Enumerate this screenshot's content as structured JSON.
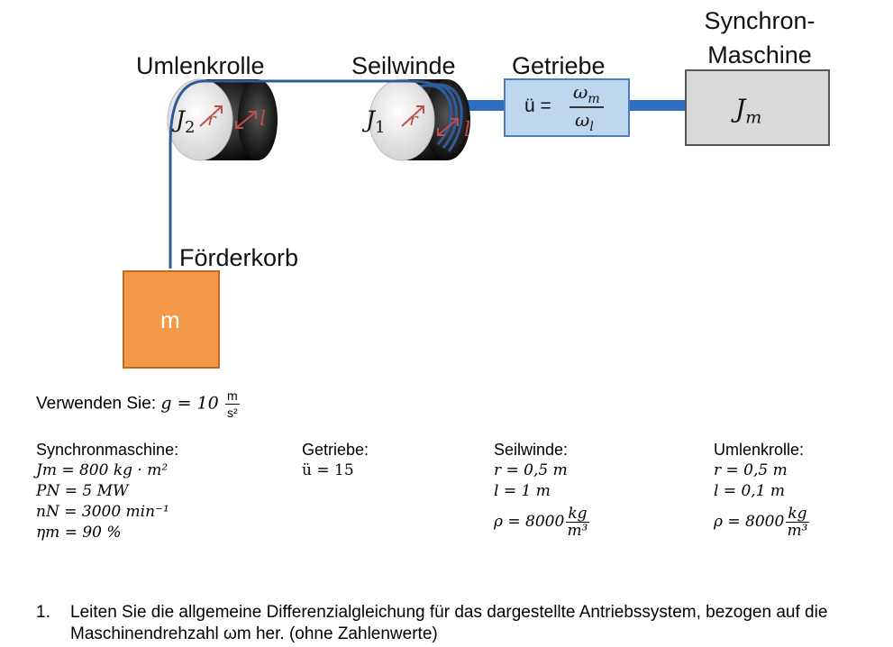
{
  "labels": {
    "umlenkrolle": "Umlenkrolle",
    "seilwinde": "Seilwinde",
    "getriebe": "Getriebe",
    "synchron_line1": "Synchron-",
    "synchron_line2": "Maschine",
    "foerderkorb": "Förderkorb",
    "mass": "m",
    "j2": "J",
    "j2_sub": "2",
    "j1": "J",
    "j1_sub": "1",
    "jm": "J",
    "jm_sub": "m",
    "r": "r",
    "l": "l",
    "ratio_lhs": "ü =",
    "ratio_num": "ω",
    "ratio_num_sub": "m",
    "ratio_den": "ω",
    "ratio_den_sub": "l"
  },
  "gravity": {
    "prefix": "Verwenden Sie:",
    "formula": "g = 10",
    "unit_num": "m",
    "unit_den": "s²"
  },
  "params": {
    "synchronmaschine": {
      "title": "Synchronmaschine:",
      "rows": [
        "Jm = 800 kg · m²",
        "PN = 5 MW",
        "nN = 3000 min⁻¹",
        "ηm = 90 %"
      ]
    },
    "getriebe": {
      "title": "Getriebe:",
      "rows": [
        "ü = 15"
      ]
    },
    "seilwinde": {
      "title": "Seilwinde:",
      "rows": [
        "r = 0,5 m",
        "l = 1 m"
      ],
      "rho_prefix": "ρ = 8000",
      "rho_num": "kg",
      "rho_den": "m³"
    },
    "umlenkrolle": {
      "title": "Umlenkrolle:",
      "rows": [
        "r = 0,5 m",
        "l = 0,1 m"
      ],
      "rho_prefix": "ρ = 8000",
      "rho_num": "kg",
      "rho_den": "m³"
    }
  },
  "task": {
    "number": "1.",
    "text": "Leiten Sie die allgemeine Differenzialgleichung für das dargestellte Antriebssystem, bezogen auf die Maschinendrehzahl ωm her. (ohne Zahlenwerte)"
  },
  "colors": {
    "rope": "#2e5b9a",
    "shaft": "#2f6fc0",
    "gearbox_fill": "#bdd7ee",
    "gearbox_stroke": "#4a7ebb",
    "motor_fill": "#d9d9d9",
    "mass_fill": "#f39a4a",
    "arrow": "#c0504d"
  }
}
